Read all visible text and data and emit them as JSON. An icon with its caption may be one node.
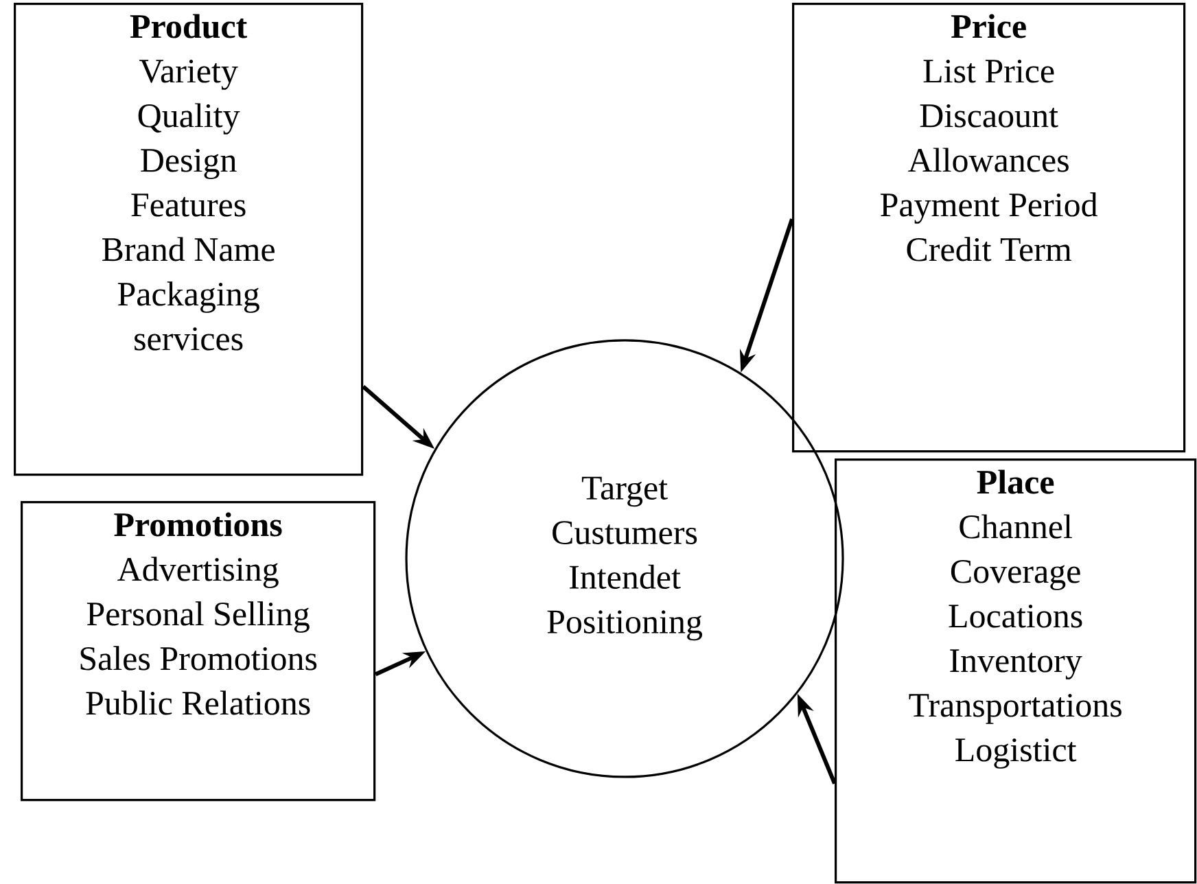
{
  "diagram": {
    "nodes": [
      {
        "text": [
          "Product",
          "Variety",
          "Quality",
          "Design",
          "Features",
          "Brand Name",
          "Packaging",
          "services"
        ]
      },
      {
        "text": [
          "Price",
          "List Price",
          "Discaount",
          "Allowances",
          "Payment Period",
          "Credit Term"
        ]
      },
      {
        "text": [
          "Promotions",
          "Advertising",
          "Personal Selling",
          "Sales Promotions",
          "Public Relations"
        ]
      },
      {
        "text": [
          "Place",
          "Channel",
          "Coverage",
          "Locations",
          "Inventory",
          "Transportations",
          "Logistict"
        ]
      },
      {
        "text": [
          "Target",
          "Custumers",
          "Intendet",
          "Positioning"
        ]
      }
    ],
    "edges": [
      {
        "from": 0,
        "to": 4,
        "arrow": "to"
      },
      {
        "from": 1,
        "to": 4,
        "arrow": "to"
      },
      {
        "from": 2,
        "to": 4,
        "arrow": "to"
      },
      {
        "from": 3,
        "to": 4,
        "arrow": "to"
      }
    ]
  }
}
